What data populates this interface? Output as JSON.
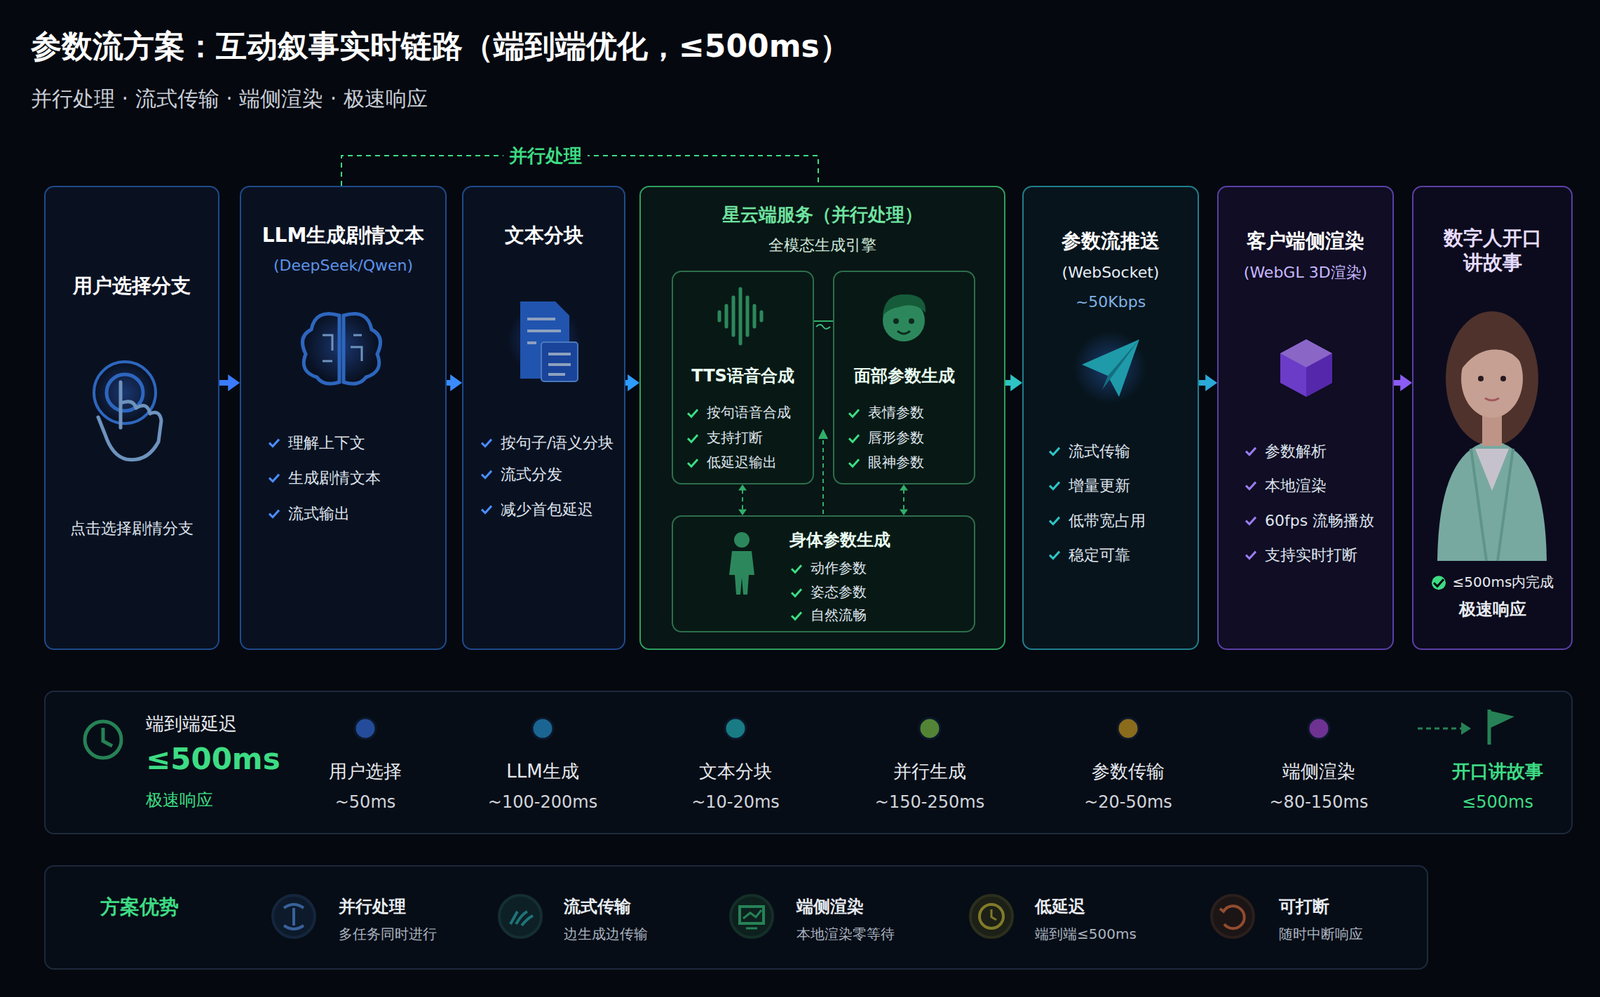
{
  "diagram": {
    "title": "参数流方案：互动叙事实时链路（端到端优化，≤500ms）",
    "nodes": [
      {
        "text": [
          "用户选择分支",
          "点击选择剧情分支"
        ]
      },
      {
        "text": [
          "LLM生成剧情文本",
          "(DeepSeek/Qwen)",
          "理解上下文",
          "生成剧情文本",
          "流式输出"
        ]
      },
      {
        "text": [
          "文本分块",
          "按句子/语义分块",
          "流式分发",
          "减少首包延迟"
        ]
      },
      {
        "text": [
          "星云端服务（并行处理）",
          "全模态生成引擎"
        ]
      },
      {
        "text": [
          "TTS语音合成",
          "按句语音合成",
          "支持打断",
          "低延迟输出"
        ],
        "in": 3
      },
      {
        "text": [
          "面部参数生成",
          "表情参数",
          "唇形参数",
          "眼神参数"
        ],
        "in": 3
      },
      {
        "text": [
          "身体参数生成",
          "动作参数",
          "姿态参数",
          "自然流畅"
        ],
        "in": 3
      },
      {
        "text": [
          "参数流推送",
          "(WebSocket)",
          "~50Kbps",
          "流式传输",
          "增量更新",
          "低带宽占用",
          "稳定可靠"
        ]
      },
      {
        "text": [
          "客户端侧渲染",
          "(WebGL 3D渲染)",
          "参数解析",
          "本地渲染",
          "60fps 流畅播放",
          "支持实时打断"
        ]
      },
      {
        "text": [
          "数字人开口讲故事",
          "≤500ms内完成",
          "极速响应"
        ]
      },
      {
        "text": [
          "端到端延迟",
          "≤500ms",
          "极速响应"
        ]
      },
      {
        "text": [
          "方案优势",
          "并行处理",
          "多任务同时进行",
          "流式传输",
          "边生成边传输",
          "端侧渲染",
          "本地渲染零等待",
          "低延迟",
          "端到端≤500ms",
          "可打断",
          "随时中断响应"
        ]
      }
    ],
    "edges": [
      {
        "from": 0,
        "to": 1,
        "arrow": "to"
      },
      {
        "from": 1,
        "to": 2,
        "arrow": "to"
      },
      {
        "from": 2,
        "to": 3,
        "arrow": "to"
      },
      {
        "from": 3,
        "to": 7,
        "arrow": "to"
      },
      {
        "from": 7,
        "to": 8,
        "arrow": "to"
      },
      {
        "from": 8,
        "to": 9,
        "arrow": "to"
      },
      {
        "from": 1,
        "to": 3,
        "label": "并行处理",
        "arrow": "none"
      },
      {
        "from": 4,
        "to": 5,
        "arrow": "none"
      },
      {
        "from": 4,
        "to": 6,
        "arrow": "both"
      },
      {
        "from": 5,
        "to": 6,
        "arrow": "both"
      }
    ],
    "labels": [
      "并行处理 · 流式传输 · 端侧渲染 · 极速响应",
      "用户选择",
      "~50ms",
      "LLM生成",
      "~100-200ms",
      "文本分块",
      "~10-20ms",
      "并行生成",
      "~150-250ms",
      "参数传输",
      "~20-50ms",
      "端侧渲染",
      "~80-150ms",
      "开口讲故事",
      "≤500ms"
    ]
  }
}
